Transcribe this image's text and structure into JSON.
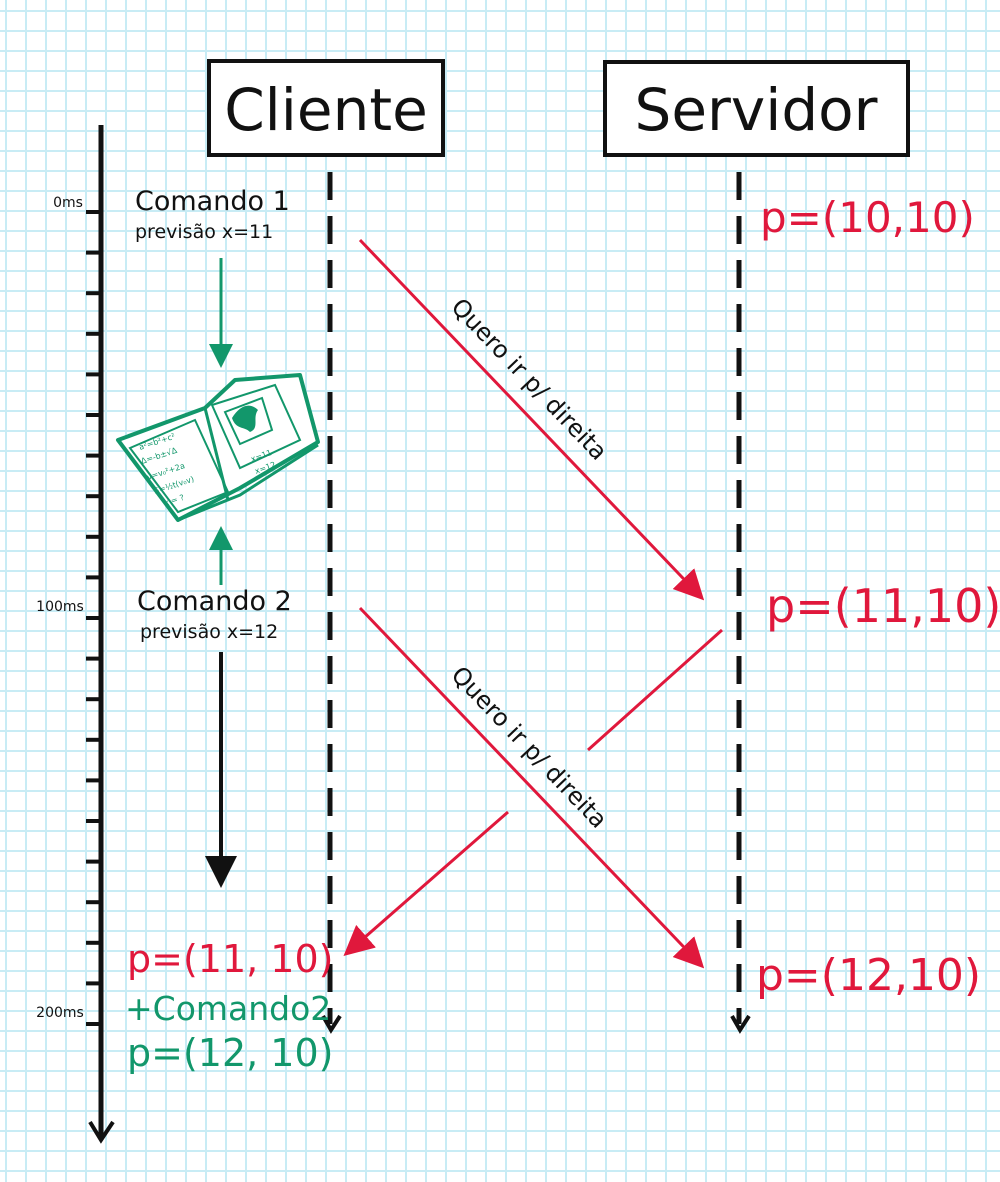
{
  "title": "Client-side prediction sequence diagram",
  "colors": {
    "message": "#e0183c",
    "prediction": "#12976b",
    "ink": "#111111",
    "grid": "#c8ecf5"
  },
  "lanes": {
    "client": "Cliente",
    "server": "Servidor"
  },
  "timeline": {
    "ticks": [
      "0ms",
      "100ms",
      "200ms"
    ]
  },
  "client_notes": {
    "command1": "Comando 1",
    "prediction1": "previsão x=11",
    "command2": "Comando 2",
    "prediction2": "previsão x=12"
  },
  "messages": {
    "request1": "Quero ir p/ direita",
    "request2": "Quero ir p/ direita"
  },
  "server_states": {
    "s0": "p=(10,10)",
    "s1": "p=(11,10)",
    "s2": "p=(12,10)"
  },
  "client_result": {
    "received": "p=(11, 10)",
    "reapply": "+Comando2",
    "final": "p=(12, 10)"
  },
  "book_icon": "open-book-with-dragon-icon"
}
